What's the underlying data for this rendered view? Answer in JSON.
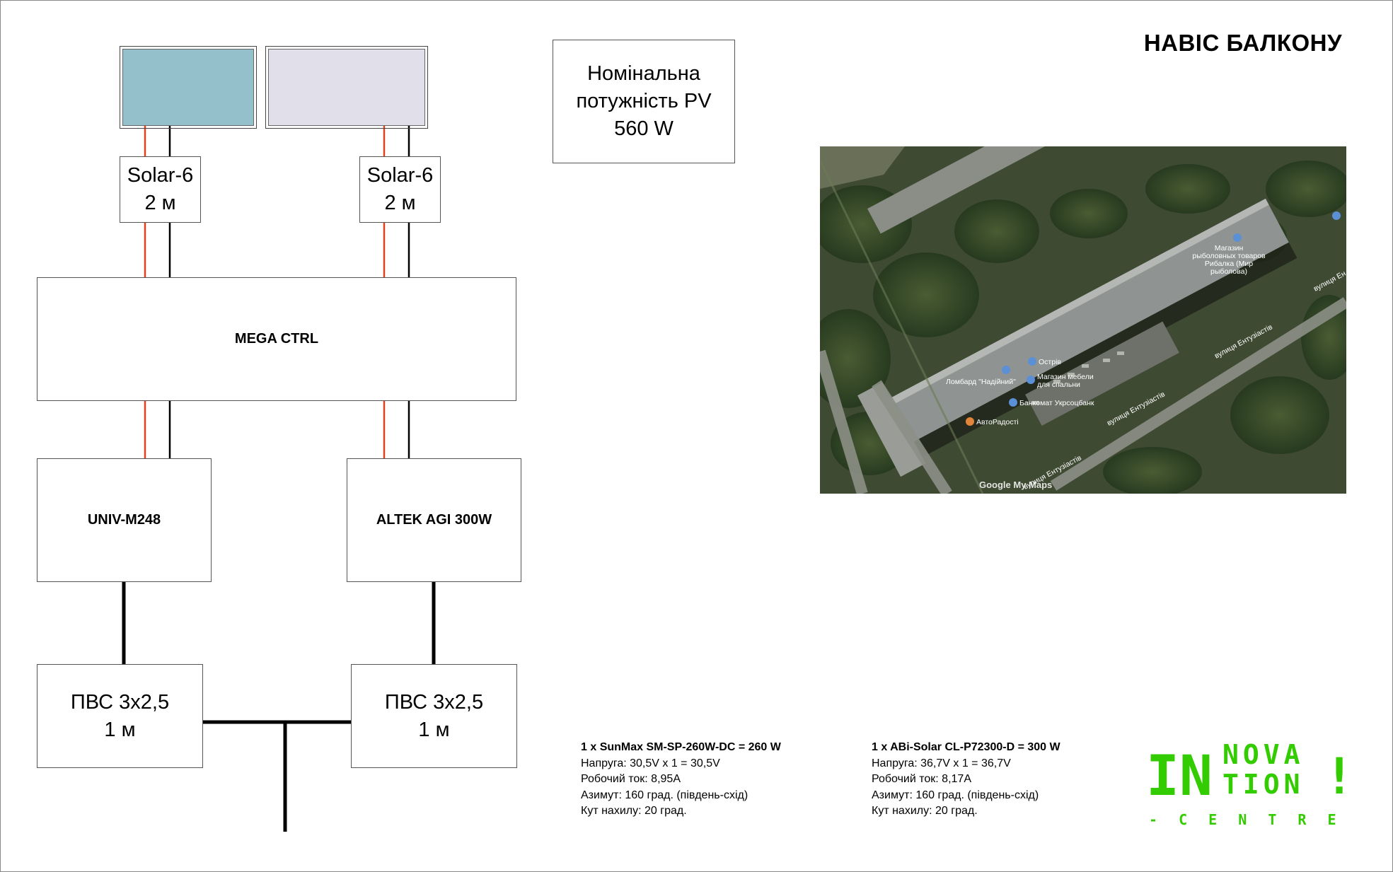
{
  "title": "НАВІС БАЛКОНУ",
  "colors": {
    "panel_left": "#93c0cb",
    "panel_right": "#e1dfea",
    "wire_plus": "#e0411a",
    "wire_minus": "#000000",
    "logo": "#33cc00"
  },
  "nominal": {
    "line1": "Номінальна",
    "line2": "потужність PV",
    "line3": "560 W"
  },
  "cable_left": {
    "line1": "Solar-6",
    "line2": "2 м"
  },
  "cable_right": {
    "line1": "Solar-6",
    "line2": "2 м"
  },
  "controller": {
    "label": "MEGA CTRL"
  },
  "inverter_left": {
    "label": "UNIV-M248"
  },
  "inverter_right": {
    "label": "ALTEK AGI 300W"
  },
  "pvs_left": {
    "line1": "ПВС 3х2,5",
    "line2": "1 м"
  },
  "pvs_right": {
    "line1": "ПВС 3х2,5",
    "line2": "1 м"
  },
  "spec_left": {
    "header": "1 x SunMax SM-SP-260W-DC = 260 W",
    "voltage": "Напруга: 30,5V x 1 = 30,5V",
    "current": "Робочий ток: 8,95А",
    "azimuth": "Азимут: 160 град. (південь-схід)",
    "tilt": "Кут нахилу: 20 град."
  },
  "spec_right": {
    "header": "1 x ABi-Solar CL-P72300-D = 300 W",
    "voltage": "Напруга: 36,7V x 1 = 36,7V",
    "current": "Робочий ток: 8,17А",
    "azimuth": "Азимут: 160 град. (південь-схід)",
    "tilt": "Кут нахилу: 20 град."
  },
  "map": {
    "labels": {
      "shop_fish_1": "Магазин",
      "shop_fish_2": "рыболовных товаров",
      "shop_fish_3": "Рибалка (Мир",
      "shop_fish_4": "рыболова)",
      "ostriv": "Острів",
      "lombard": "Ломбард \"Надійний\"",
      "furniture_1": "Магазин мебели",
      "furniture_2": "для спальни",
      "atm": "Банкомат Укрсоцбанк",
      "auto": "АвтоРадості",
      "street_1": "вулиця Ентузіастів",
      "street_2": "вулиця Ентузіастів",
      "street_3": "вулиця Ентузіастів",
      "street_4": "вулиця Ен",
      "google": "Google My Maps"
    }
  },
  "logo": {
    "in": "IN",
    "nova": "NOVA",
    "tion": "TION",
    "excl": "!",
    "centre": "- C E N T R E -"
  }
}
